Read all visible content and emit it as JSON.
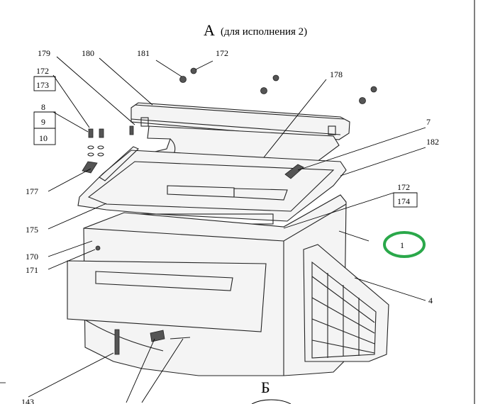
{
  "title": {
    "letter": "А",
    "note": "(для исполнения 2)"
  },
  "bottom_title": "Б",
  "callouts": {
    "c179": "179",
    "c180": "180",
    "c181": "181",
    "c172_top": "172",
    "c178": "178",
    "c172_left": "172",
    "c173": "173",
    "c8": "8",
    "c9": "9",
    "c10": "10",
    "c7": "7",
    "c182": "182",
    "c177": "177",
    "c172_right": "172",
    "c174": "174",
    "c175": "175",
    "c170": "170",
    "c171": "171",
    "c1": "1",
    "c4": "4",
    "c143": "143"
  },
  "highlight_color": "#2aa84a"
}
